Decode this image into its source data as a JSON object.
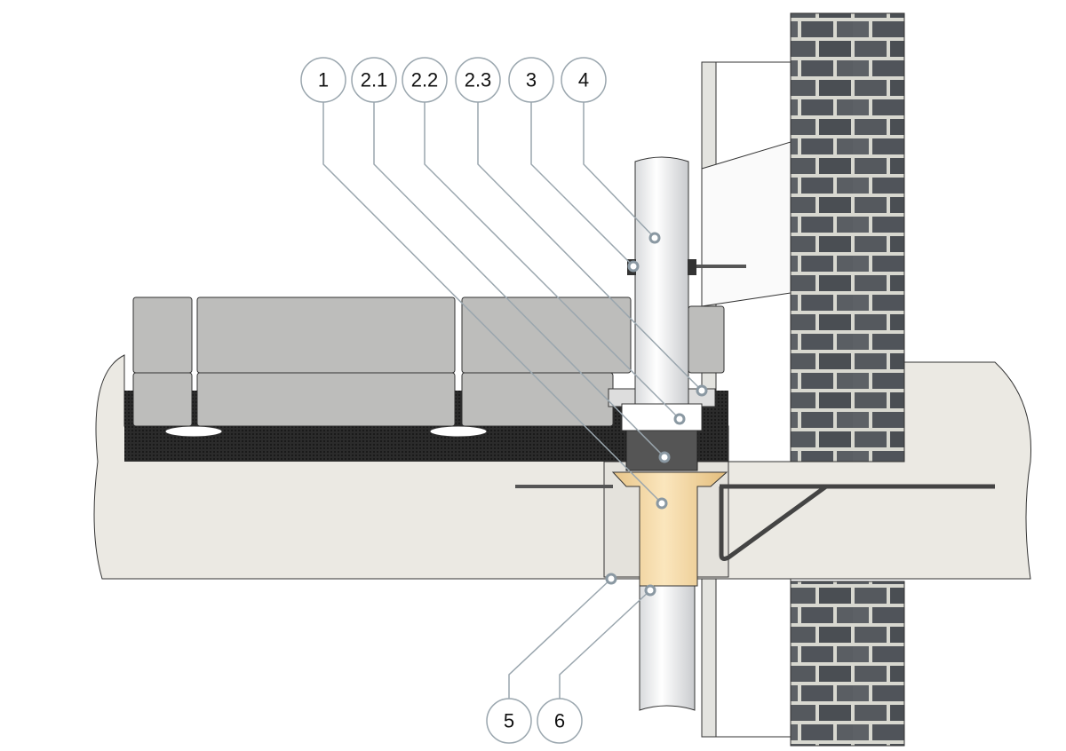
{
  "callouts_top": [
    {
      "label": "1"
    },
    {
      "label": "2.1"
    },
    {
      "label": "2.2"
    },
    {
      "label": "2.3"
    },
    {
      "label": "3"
    },
    {
      "label": "4"
    }
  ],
  "callouts_bottom": [
    {
      "label": "5"
    },
    {
      "label": "6"
    }
  ],
  "colors": {
    "leader": "#9aa6ae",
    "brick": "#55595e",
    "mortar": "#d8d8d0",
    "concrete": "#ebe9e3",
    "paver": "#b9b9b7",
    "membrane": "#2b2b2b",
    "sleeve": "#f3d9a6"
  }
}
